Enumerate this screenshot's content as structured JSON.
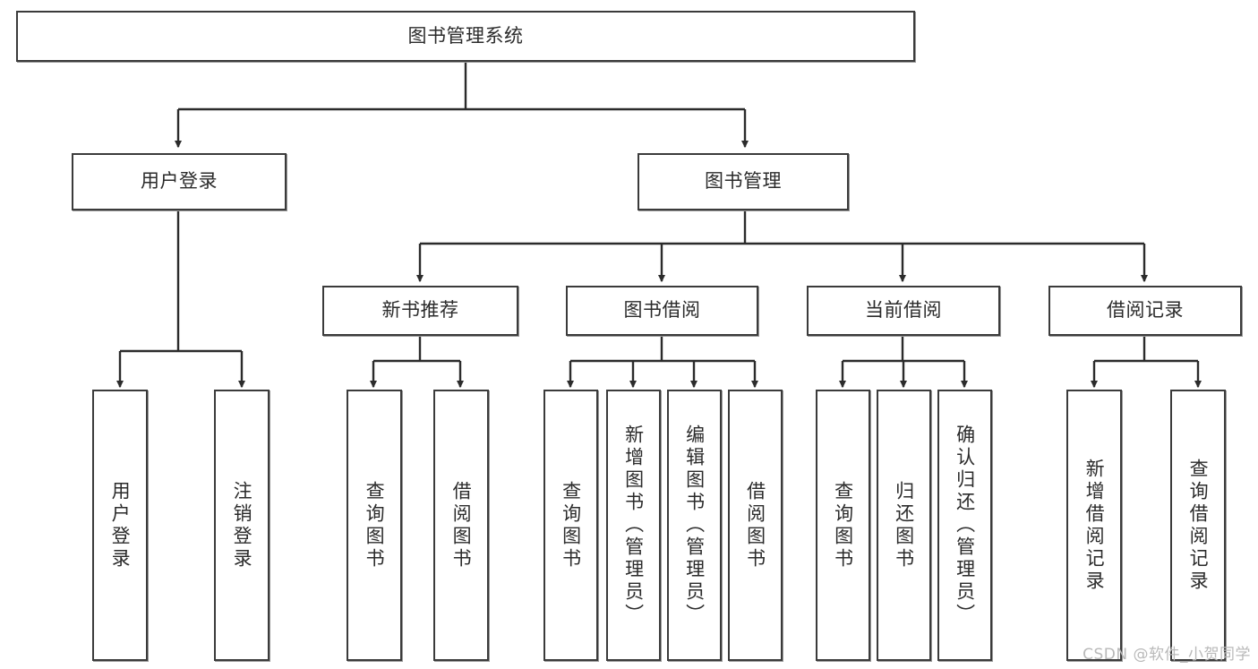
{
  "diagram": {
    "title": "图书管理系统",
    "type": "tree",
    "colors": {
      "background": "#ffffff",
      "node_border": "#3b3b3b",
      "node_fill": "#ffffff",
      "edge": "#2b2b2b",
      "text": "#2b2b2b",
      "watermark": "#b9b9b9"
    },
    "root": {
      "id": "root",
      "label": "图书管理系统"
    },
    "level2": [
      {
        "id": "user-login",
        "label": "用户登录"
      },
      {
        "id": "book-manage",
        "label": "图书管理"
      }
    ],
    "level3": [
      {
        "id": "new-book-rec",
        "label": "新书推荐",
        "parent": "book-manage"
      },
      {
        "id": "book-borrow",
        "label": "图书借阅",
        "parent": "book-manage"
      },
      {
        "id": "current-borrow",
        "label": "当前借阅",
        "parent": "book-manage"
      },
      {
        "id": "borrow-record",
        "label": "借阅记录",
        "parent": "book-manage"
      }
    ],
    "leaves": [
      {
        "id": "leaf-user-login",
        "label": "用户登录",
        "parent": "user-login"
      },
      {
        "id": "leaf-logout",
        "label": "注销登录",
        "parent": "user-login"
      },
      {
        "id": "leaf-query-book-1",
        "label": "查询图书",
        "parent": "new-book-rec"
      },
      {
        "id": "leaf-borrow-book-1",
        "label": "借阅图书",
        "parent": "new-book-rec"
      },
      {
        "id": "leaf-query-book-2",
        "label": "查询图书",
        "parent": "book-borrow"
      },
      {
        "id": "leaf-add-book",
        "label": "新增图书（管理员）",
        "parent": "book-borrow"
      },
      {
        "id": "leaf-edit-book",
        "label": "编辑图书（管理员）",
        "parent": "book-borrow"
      },
      {
        "id": "leaf-borrow-book-2",
        "label": "借阅图书",
        "parent": "book-borrow"
      },
      {
        "id": "leaf-query-book-3",
        "label": "查询图书",
        "parent": "current-borrow"
      },
      {
        "id": "leaf-return-book",
        "label": "归还图书",
        "parent": "current-borrow"
      },
      {
        "id": "leaf-confirm-return",
        "label": "确认归还（管理员）",
        "parent": "current-borrow"
      },
      {
        "id": "leaf-add-record",
        "label": "新增借阅记录",
        "parent": "borrow-record"
      },
      {
        "id": "leaf-query-record",
        "label": "查询借阅记录",
        "parent": "borrow-record"
      }
    ],
    "watermark": "CSDN @软件_小贺同学"
  }
}
